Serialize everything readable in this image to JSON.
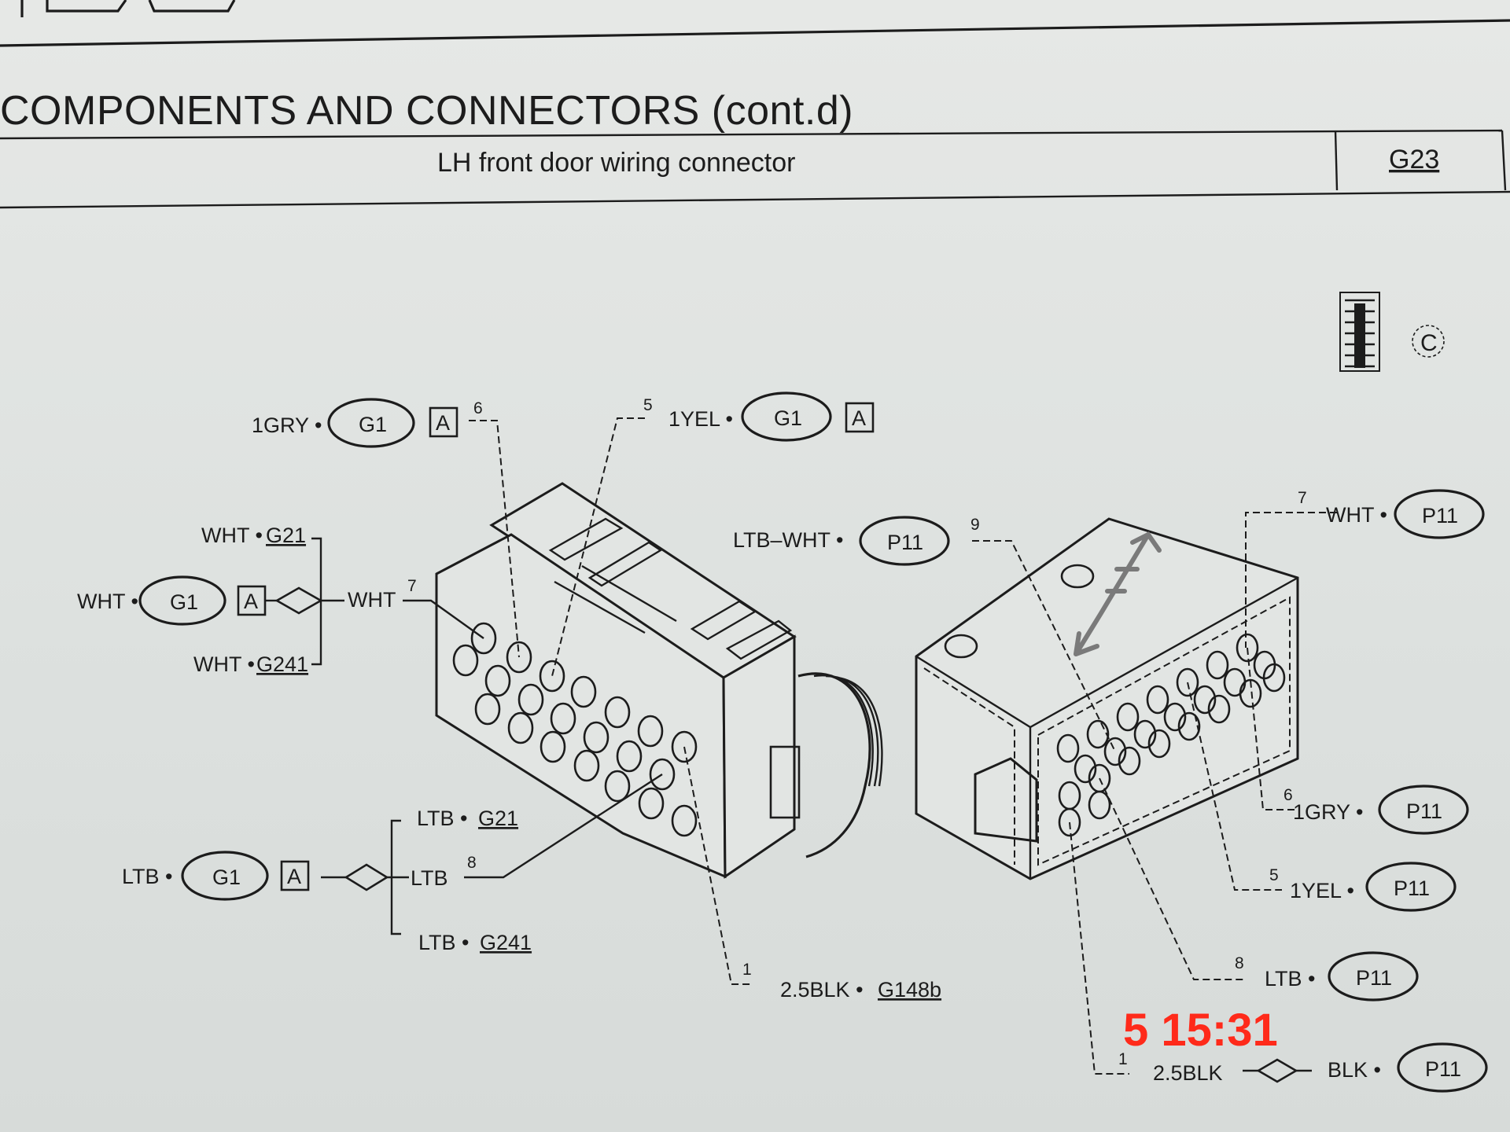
{
  "header": {
    "title": "COMPONENTS AND CONNECTORS (cont.d)",
    "component_name": "LH front door wiring connector",
    "component_code": "G23"
  },
  "c_symbol": "C",
  "left_connector": {
    "top_left_label": "1GRY •",
    "top_left_node": "G1",
    "top_left_flag": "A",
    "top_left_pin": "6",
    "top_right_pin": "5",
    "top_right_label": "1YEL •",
    "top_right_node": "G1",
    "top_right_flag": "A",
    "wht_branch_upper": "WHT •",
    "wht_branch_upper_ref": "G21",
    "wht_source": "WHT •",
    "wht_source_node": "G1",
    "wht_source_flag": "A",
    "wht_branch_lower": "WHT •",
    "wht_branch_lower_ref": "G241",
    "wht_trunk": "WHT",
    "wht_pin": "7",
    "ltb_branch_upper": "LTB •",
    "ltb_branch_upper_ref": "G21",
    "ltb_source": "LTB •",
    "ltb_source_node": "G1",
    "ltb_source_flag": "A",
    "ltb_trunk": "LTB",
    "ltb_pin": "8",
    "ltb_branch_lower": "LTB •",
    "ltb_branch_lower_ref": "G241",
    "ground_pin": "1",
    "ground_label": "2.5BLK •",
    "ground_ref": "G148b"
  },
  "right_connector": {
    "top_pin": "9",
    "top_label": "LTB–WHT •",
    "top_node": "P11",
    "wht_pin": "7",
    "wht_label": "WHT •",
    "wht_node": "P11",
    "gry_pin": "6",
    "gry_label": "1GRY •",
    "gry_node": "P11",
    "yel_pin": "5",
    "yel_label": "1YEL •",
    "yel_node": "P11",
    "ltb_pin": "8",
    "ltb_label": "LTB •",
    "ltb_node": "P11",
    "blk_pin": "1",
    "blk_label": "2.5BLK",
    "blk_trunk": "BLK •",
    "blk_node": "P11"
  },
  "timestamp": "5  15:31",
  "colors": {
    "ink": "#1c1c1c",
    "paper": "#e2e5e3",
    "stamp": "#ff2a1a"
  }
}
